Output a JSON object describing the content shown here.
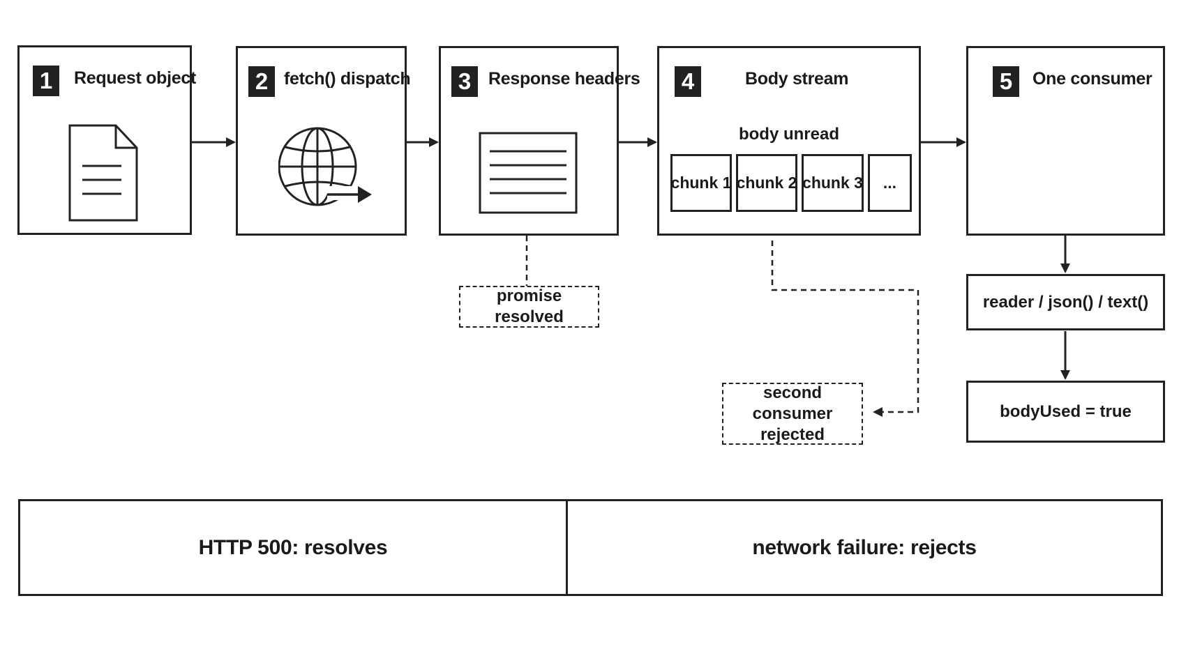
{
  "stages": [
    {
      "num": "1",
      "title": "Request object",
      "icon": "document-icon"
    },
    {
      "num": "2",
      "title": "fetch() dispatch",
      "icon": "globe-icon"
    },
    {
      "num": "3",
      "title": "Response headers",
      "icon": "headers-sheet-icon"
    },
    {
      "num": "4",
      "title": "Body stream",
      "sublabel": "body unread",
      "chunks": [
        "chunk 1",
        "chunk 2",
        "chunk 3",
        "..."
      ]
    },
    {
      "num": "5",
      "title": "One consumer"
    }
  ],
  "notes": {
    "promise": "promise resolved",
    "second_consumer": "second consumer\nrejected"
  },
  "consumer_chain": {
    "methods": "reader / json() / text()",
    "state": "bodyUsed = true"
  },
  "outcomes": {
    "http_error": "HTTP 500: resolves",
    "network_error": "network failure: rejects"
  }
}
